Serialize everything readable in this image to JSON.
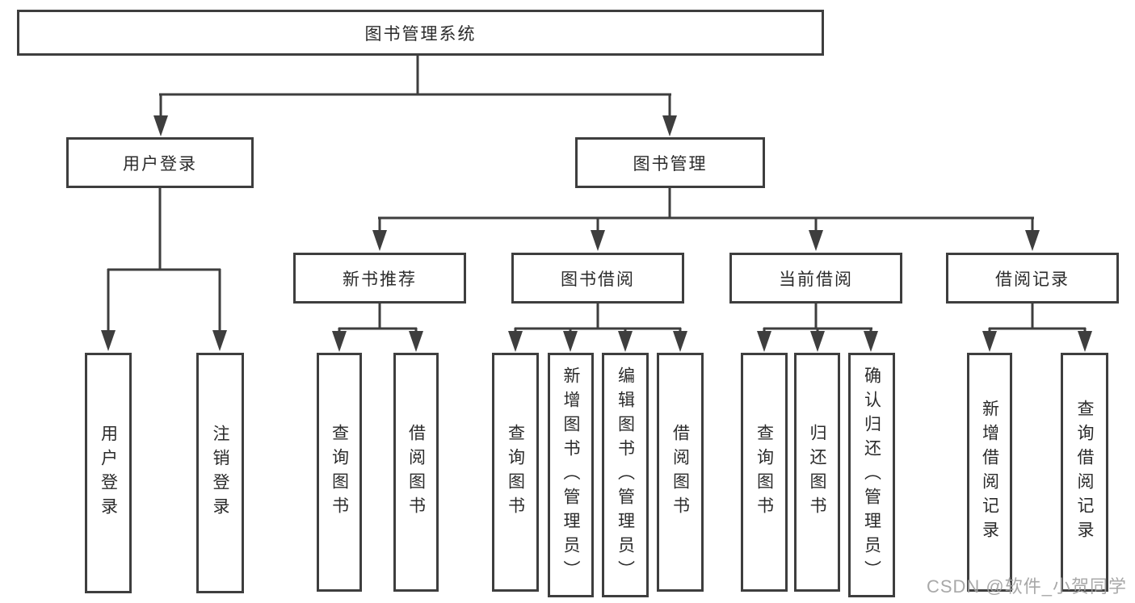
{
  "diagram": {
    "root": {
      "label": "图书管理系统"
    },
    "level2": {
      "user_login": {
        "label": "用户登录"
      },
      "book_mgmt": {
        "label": "图书管理"
      }
    },
    "level3": {
      "new_books": {
        "label": "新书推荐"
      },
      "book_borrow": {
        "label": "图书借阅"
      },
      "current_borrow": {
        "label": "当前借阅"
      },
      "borrow_records": {
        "label": "借阅记录"
      }
    },
    "leaves": {
      "user_login_leaf": {
        "label": "用户登录"
      },
      "logout_leaf": {
        "label": "注销登录"
      },
      "nb_query_books": {
        "label": "查询图书"
      },
      "nb_borrow_books": {
        "label": "借阅图书"
      },
      "bb_query_books": {
        "label": "查询图书"
      },
      "bb_add_books_admin": {
        "label": "新增图书（管理员）"
      },
      "bb_edit_books_admin": {
        "label": "编辑图书（管理员）"
      },
      "bb_borrow_books": {
        "label": "借阅图书"
      },
      "cb_query_books": {
        "label": "查询图书"
      },
      "cb_return_books": {
        "label": "归还图书"
      },
      "cb_confirm_return_admin": {
        "label": "确认归还（管理员）"
      },
      "br_add_record": {
        "label": "新增借阅记录"
      },
      "br_query_record": {
        "label": "查询借阅记录"
      }
    }
  },
  "watermark": {
    "text": "CSDN @软件_小贺同学"
  },
  "colors": {
    "line": "#3e3e3e",
    "text": "#2b2b2b",
    "watermark": "#9e9e9e",
    "background": "#ffffff"
  }
}
